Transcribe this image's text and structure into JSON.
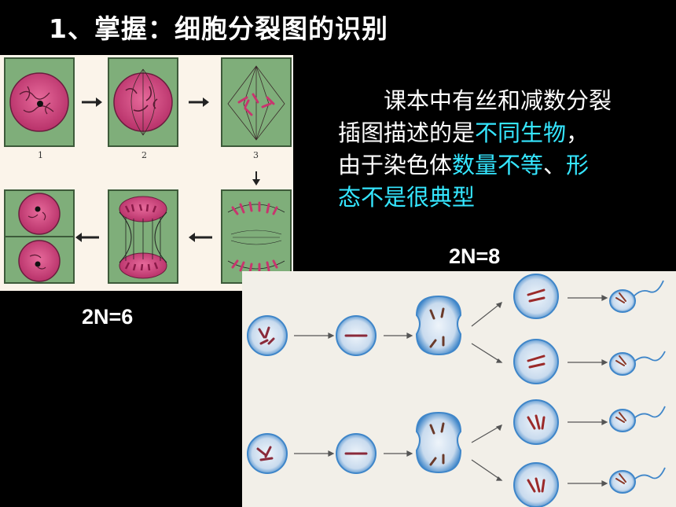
{
  "title": "1、掌握：细胞分裂图的识别",
  "text": {
    "line1": "课本中有丝和减数分裂",
    "line2_plain": "插图描述的是",
    "line2_highlight": "不同生物",
    "line2_end": "，",
    "line3_plain": "由于染色体",
    "line3_highlight1": "数量不等",
    "line3_mid": "、",
    "line3_highlight2": "形",
    "line4_highlight": "态不是很典型"
  },
  "labels": {
    "left": "2N=6",
    "right": "2N=8"
  },
  "mitosis_figure": {
    "numbers": [
      "1",
      "2",
      "3"
    ]
  },
  "colors": {
    "background": "#000000",
    "text": "#ffffff",
    "highlight": "#35e6ff",
    "cell_box": "#7fae7a",
    "chromatin": "#d6447c",
    "meiosis_cell": "#3f86c9"
  }
}
